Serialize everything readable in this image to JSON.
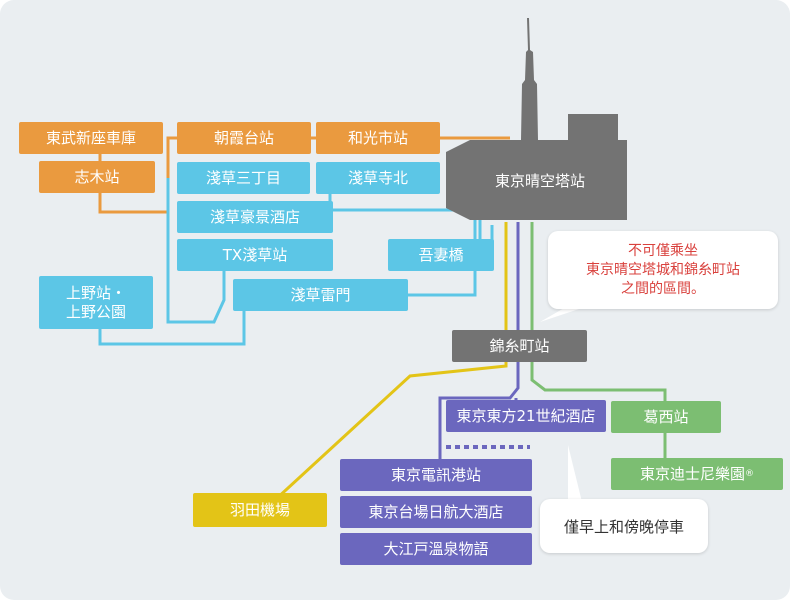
{
  "colors": {
    "tobu": "#ea9a3f",
    "tx": "#5cc6e6",
    "tower": "#737373",
    "odaiba": "#6b67be",
    "disney": "#7cbe72",
    "haneda": "#e3c417",
    "note_red": "#d9413d"
  },
  "stations": {
    "tobu_niiza_garage": "東武新座車庫",
    "shiki": "志木站",
    "asakadai": "朝霞台站",
    "wakoshi": "和光市站",
    "asakusa_sanchome": "淺草三丁目",
    "asakusa_terakita": "淺草寺北",
    "tokyo_skytree": "東京晴空塔站",
    "asakusa_hotel": "淺草豪景酒店",
    "tx_asakusa": "TX淺草站",
    "azumabashi": "吾妻橋",
    "ueno_line1": "上野站・",
    "ueno_line2": "上野公園",
    "asakusa_kaminarimon": "淺草雷門",
    "kinshicho": "錦糸町站",
    "tokyo_east21": "東京東方21世紀酒店",
    "kasai": "葛西站",
    "tokyo_disney": "東京迪士尼樂園",
    "tokyo_disney_mark": "®",
    "haneda": "羽田機場",
    "tokyo_teleport": "東京電訊港站",
    "tokyo_odaiba_nikko": "東京台場日航大酒店",
    "oedo_onsen": "大江戸溫泉物語"
  },
  "notes": {
    "no_ride_line1": "不可僅乘坐",
    "no_ride_line2": "東京晴空塔城和錦糸町站",
    "no_ride_line3": "之間的區間。",
    "morning_evening": "僅早上和傍晚停車"
  }
}
